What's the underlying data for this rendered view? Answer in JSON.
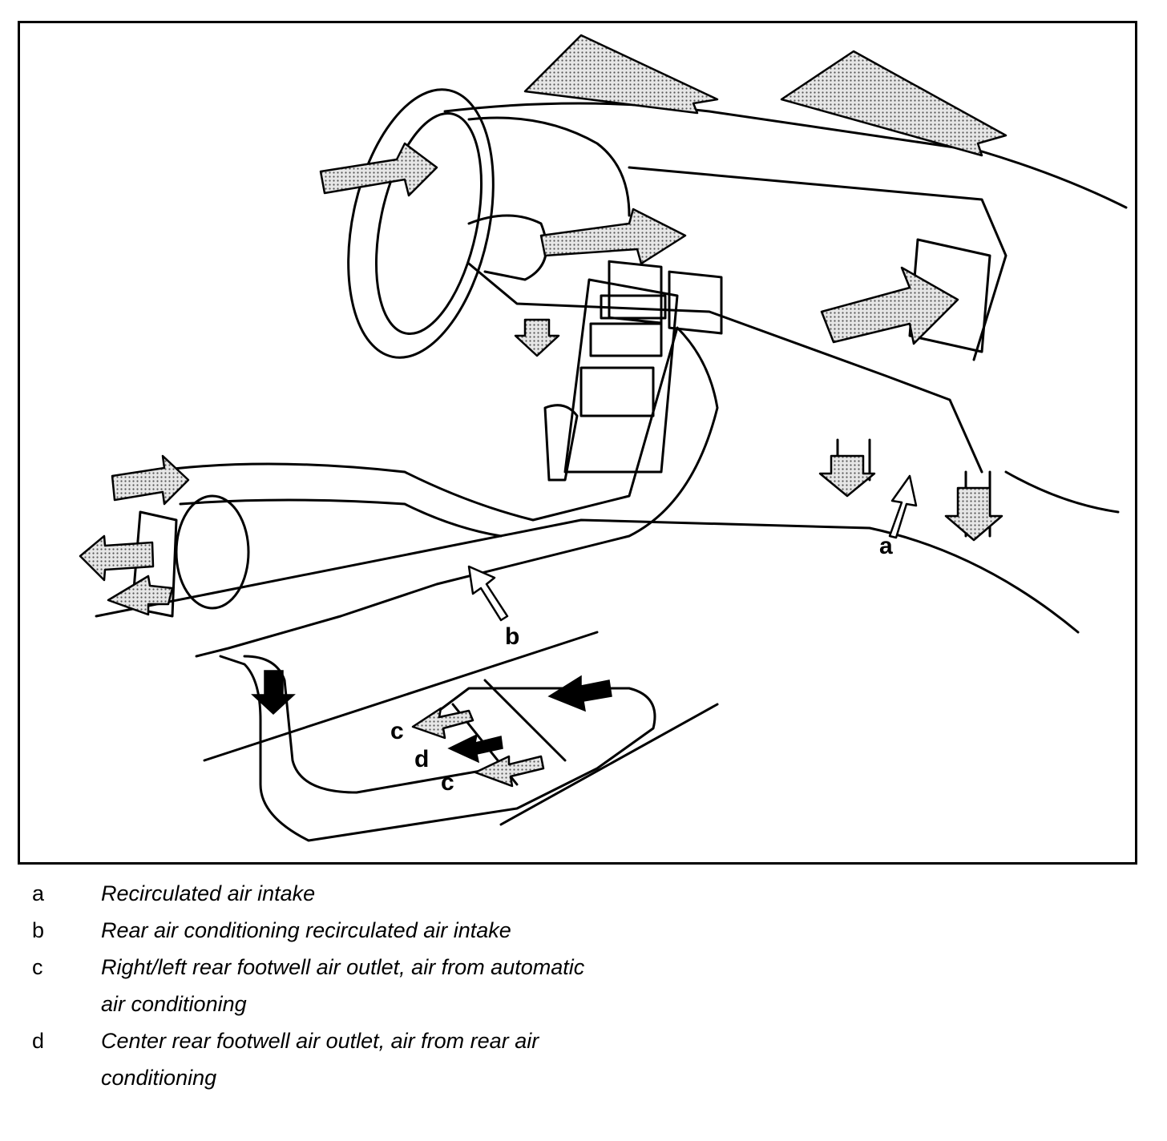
{
  "callouts": {
    "a": "a",
    "b": "b",
    "c_upper": "c",
    "c_lower": "c",
    "d": "d"
  },
  "legend": [
    {
      "key": "a",
      "text": "Recirculated air intake"
    },
    {
      "key": "b",
      "text": "Rear air conditioning recirculated air intake"
    },
    {
      "key": "c",
      "text": "Right/left rear footwell air outlet, air from automatic air conditioning"
    },
    {
      "key": "d",
      "text": "Center rear footwell air outlet, air from rear air conditioning"
    }
  ],
  "colors": {
    "ink": "#000000",
    "paper": "#ffffff",
    "airflow_fill": "#cfcfcf"
  }
}
